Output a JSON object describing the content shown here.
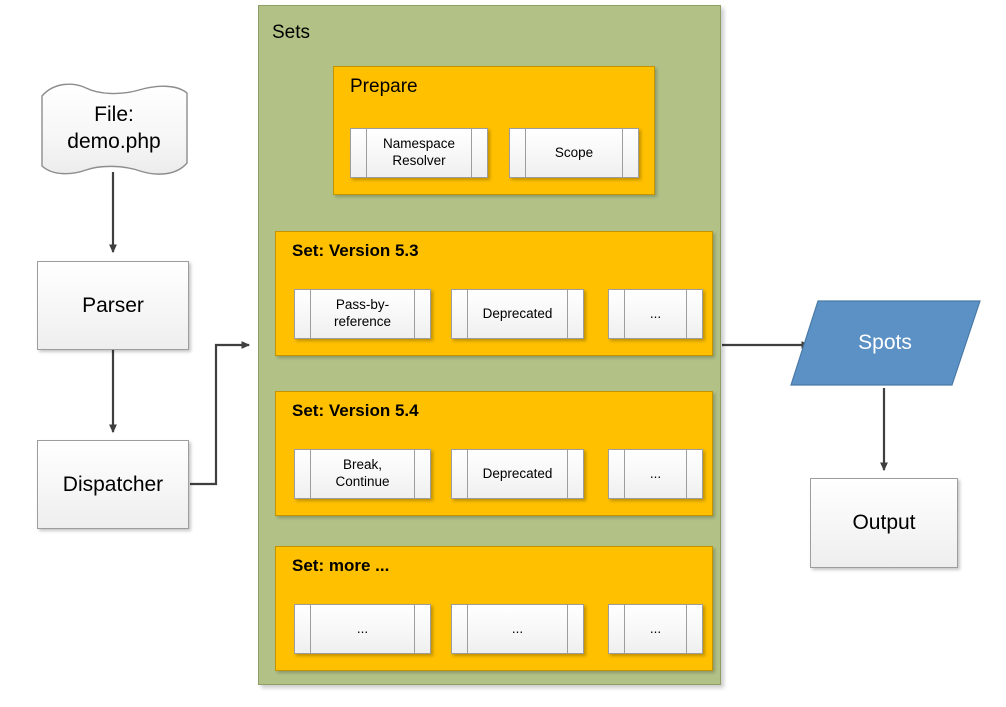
{
  "diagram": {
    "title": "PHP static analysis pipeline flow diagram",
    "colors": {
      "group_green": "#b2c287",
      "set_orange": "#ffc000",
      "spots_blue": "#5b91c5",
      "box_grey_border": "#9d9d9d",
      "connector": "#404040",
      "background": "#ffffff"
    }
  },
  "input": {
    "file_node": {
      "line1": "File:",
      "line2": "demo.php"
    },
    "parser": "Parser",
    "dispatcher": "Dispatcher"
  },
  "sets": {
    "title": "Sets",
    "groups": [
      {
        "title": "Prepare",
        "title_style": "big",
        "items": [
          {
            "line1": "Namespace",
            "line2": "Resolver"
          },
          {
            "line1": "Scope",
            "line2": ""
          }
        ]
      },
      {
        "title": "Set: Version 5.3",
        "title_style": "bold",
        "items": [
          {
            "line1": "Pass-by-",
            "line2": "reference"
          },
          {
            "line1": "Deprecated",
            "line2": ""
          },
          {
            "line1": "...",
            "line2": ""
          }
        ]
      },
      {
        "title": "Set: Version 5.4",
        "title_style": "bold",
        "items": [
          {
            "line1": "Break,",
            "line2": "Continue"
          },
          {
            "line1": "Deprecated",
            "line2": ""
          },
          {
            "line1": "...",
            "line2": ""
          }
        ]
      },
      {
        "title": "Set: more ...",
        "title_style": "bold",
        "items": [
          {
            "line1": "...",
            "line2": ""
          },
          {
            "line1": "...",
            "line2": ""
          },
          {
            "line1": "...",
            "line2": ""
          }
        ]
      }
    ]
  },
  "output": {
    "spots": "Spots",
    "output": "Output"
  }
}
